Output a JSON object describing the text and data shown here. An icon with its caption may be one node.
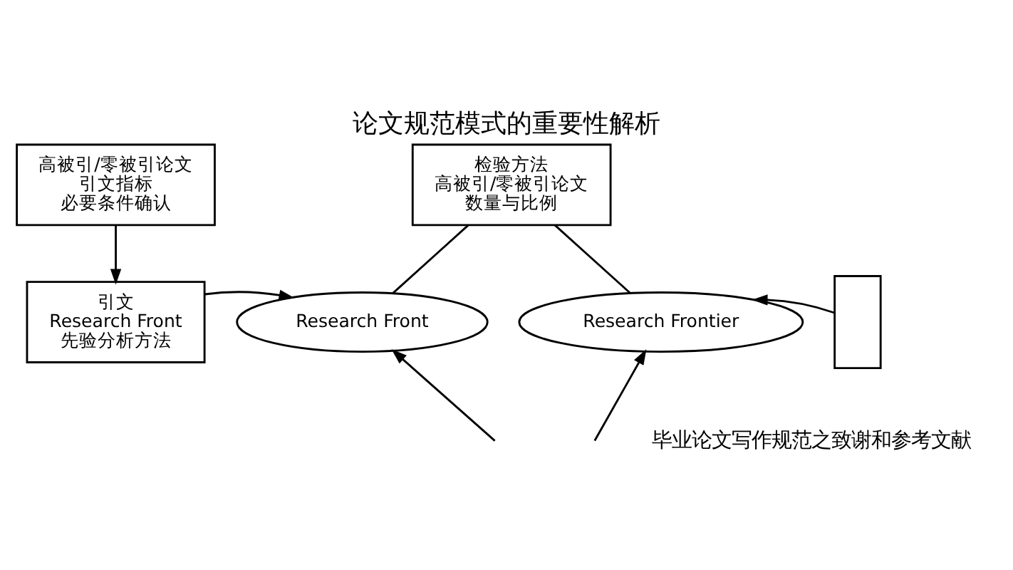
{
  "diagram": {
    "title": "论文规范模式的重要性解析",
    "caption": "毕业论文写作规范之致谢和参考文献",
    "nodes": [
      {
        "text": [
          "高被引/零被引论文",
          "引文指标",
          "必要条件确认"
        ]
      },
      {
        "text": [
          "检验方法",
          "高被引/零被引论文",
          "数量与比例"
        ]
      },
      {
        "text": [
          "引文",
          "Research Front",
          "先验分析方法"
        ]
      },
      {
        "text": [
          "Research Front"
        ]
      },
      {
        "text": [
          "Research Frontier"
        ]
      },
      {
        "text": [],
        "shape": "box"
      }
    ],
    "edges": [
      {
        "from": 0,
        "to": 2,
        "arrow": "to"
      },
      {
        "from": 1,
        "to": 3,
        "arrow": "none"
      },
      {
        "from": 1,
        "to": 4,
        "arrow": "none"
      },
      {
        "from": 2,
        "to": 3,
        "arrow": "to"
      },
      {
        "from": null,
        "to": 3,
        "arrow": "to"
      },
      {
        "from": 5,
        "to": 4,
        "arrow": "to"
      },
      {
        "from": null,
        "to": 4,
        "arrow": "to"
      }
    ]
  }
}
